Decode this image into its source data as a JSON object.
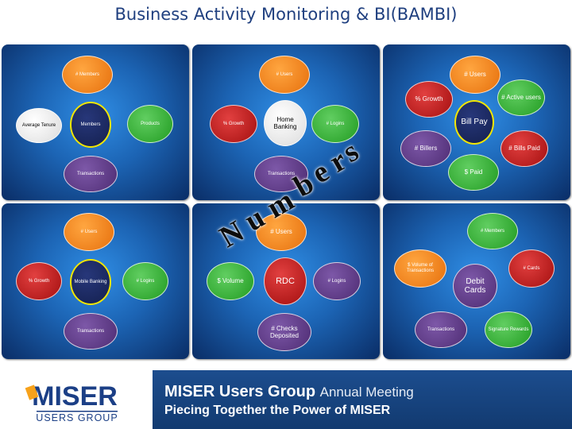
{
  "title": "Business Activity Monitoring & BI(BAMBI)",
  "big_word_letters": [
    "N",
    "u",
    "m",
    "b",
    "e",
    "r",
    "s"
  ],
  "panels": {
    "members": {
      "top": "# Members",
      "left": "Average Tenure",
      "center": "Members",
      "right": "Products",
      "bottom": "Transactions"
    },
    "home_banking": {
      "top": "# Users",
      "left": "% Growth",
      "center": "Home Banking",
      "right": "# Logins",
      "bottom": "Transactions"
    },
    "bill_pay": {
      "top": "# Users",
      "left_top": "% Growth",
      "right_top": "# Active users",
      "center": "Bill Pay",
      "left": "# Billers",
      "right": "# Bills Paid",
      "bottom": "$ Paid"
    },
    "mobile_banking": {
      "top": "# Users",
      "left": "% Growth",
      "center": "Mobile Banking",
      "right": "# Logins",
      "bottom": "Transactions"
    },
    "rdc": {
      "top": "# Users",
      "left": "$ Volume",
      "center": "RDC",
      "right": "# Logins",
      "bottom": "# Checks Deposited"
    },
    "debit_cards": {
      "top": "# Members",
      "left": "$ Volume of Transactions",
      "center": "Debit Cards",
      "right": "# Cards",
      "bottom_left": "Transactions",
      "bottom_right": "Signature Rewards"
    }
  },
  "footer": {
    "logo_name": "MISER",
    "logo_sub": "USERS GROUP",
    "line1_bold": "MISER Users Group",
    "line1_light": "Annual Meeting",
    "line2": "Piecing Together the Power of MISER"
  },
  "colors": {
    "title": "#1f3f7f",
    "panel": "#1c64b4",
    "banner": "#1c4d8e",
    "red": "#c62020",
    "green": "#3db83d",
    "purple": "#5e3a87",
    "navy": "#1c2a63",
    "orange": "#f7891f"
  }
}
